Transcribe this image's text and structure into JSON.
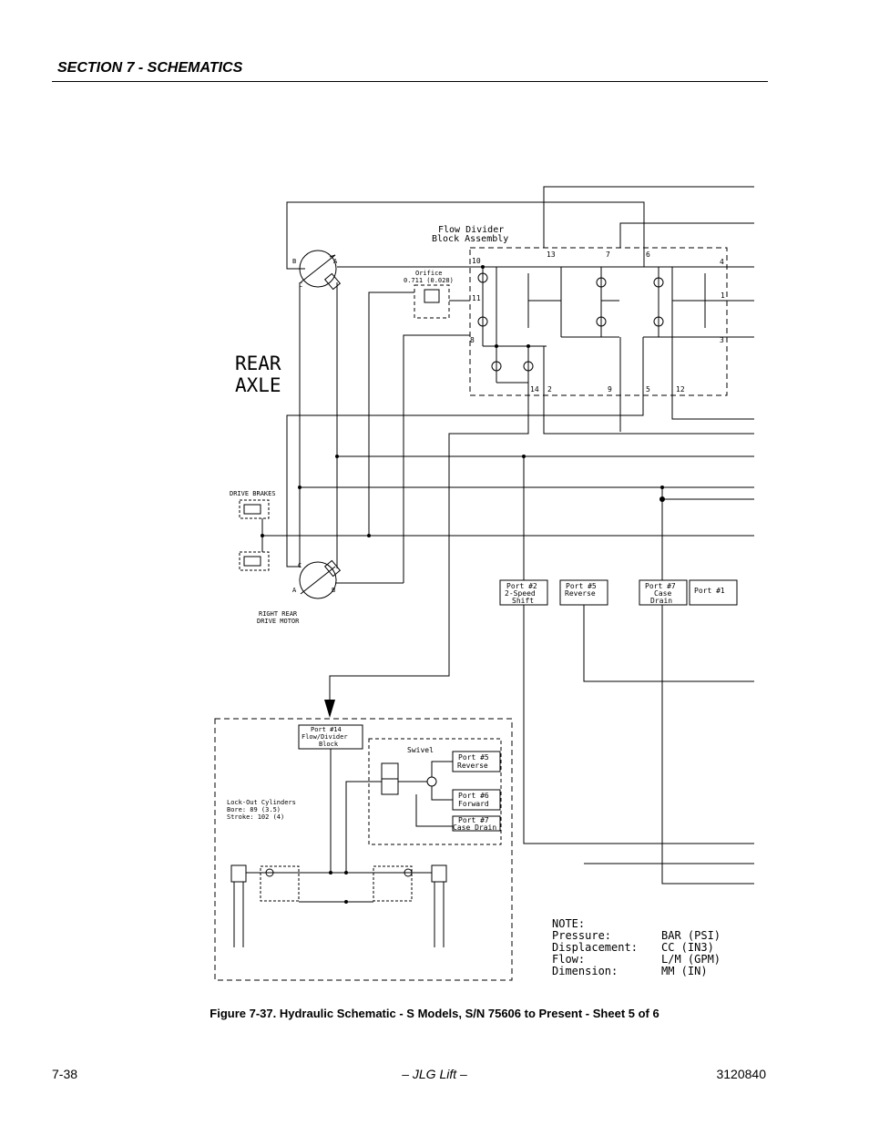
{
  "header": {
    "section_title": "SECTION 7 - SCHEMATICS"
  },
  "schematic": {
    "flow_divider_title": [
      "Flow Divider",
      "Block Assembly"
    ],
    "orifice_label": [
      "Orifice",
      "0.711 (0.028)"
    ],
    "rear_axle_label": [
      "REAR",
      "AXLE"
    ],
    "drive_brakes_label": "DRIVE BRAKES",
    "right_rear_motor_label": [
      "RIGHT REAR",
      "DRIVE MOTOR"
    ],
    "port_numbers": [
      "10",
      "13",
      "7",
      "6",
      "4",
      "11",
      "1",
      "8",
      "3",
      "14",
      "2",
      "9",
      "5",
      "12"
    ],
    "motor_port_letters": {
      "b": "B",
      "a": "A",
      "c": "C"
    },
    "port_boxes": {
      "port2": [
        "Port #2",
        "2-Speed",
        "Shift"
      ],
      "port5": [
        "Port #5",
        "Reverse"
      ],
      "port7": [
        "Port #7",
        "Case",
        "Drain"
      ],
      "port1": "Port #1"
    },
    "lockout": {
      "port14": [
        "Port #14",
        "Flow/Divider",
        "Block"
      ],
      "swivel": "Swivel",
      "swivel_ports": {
        "reverse": [
          "Port #5",
          "Reverse"
        ],
        "forward": [
          "Port #6",
          "Forward"
        ],
        "case_drain": [
          "Port #7",
          "Case Drain"
        ]
      },
      "cylinders": [
        "Lock-Out Cylinders",
        "Bore: 89 (3.5)",
        "Stroke: 102 (4)"
      ]
    },
    "note": {
      "title": "NOTE:",
      "rows": [
        {
          "label": "Pressure:",
          "unit": "BAR (PSI)"
        },
        {
          "label": "Displacement:",
          "unit": "CC  (IN3)"
        },
        {
          "label": "Flow:",
          "unit": "L/M (GPM)"
        },
        {
          "label": "Dimension:",
          "unit": "MM  (IN)"
        }
      ]
    }
  },
  "caption": "Figure 7-37.  Hydraulic Schematic - S Models, S/N 75606 to Present - Sheet 5 of 6",
  "footer": {
    "page_number": "7-38",
    "center": "– JLG Lift –",
    "doc_number": "3120840"
  }
}
